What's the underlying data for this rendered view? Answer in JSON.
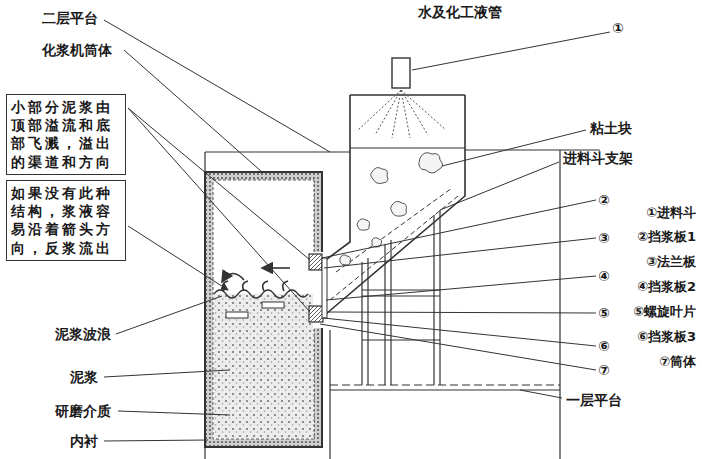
{
  "diagram": {
    "nodes": [
      {
        "text": [
          "小部分泥浆由顶部溢流和底部飞溅，溢出的渠道和方向"
        ]
      },
      {
        "text": [
          "如果没有此种结构，浆液容易沿着箭头方向，反浆流出"
        ]
      }
    ],
    "labels": [
      "二层平台",
      "化浆机筒体",
      "水及化工液管",
      "①",
      "粘土块",
      "进料斗支架",
      "②",
      "①进料斗",
      "③",
      "②挡浆板1",
      "④",
      "③法兰板",
      "④挡浆板2",
      "⑤",
      "⑤螺旋叶片",
      "⑥",
      "⑥挡浆板3",
      "⑦",
      "⑦筒体",
      "泥浆波浪",
      "泥浆",
      "研磨介质",
      "一层平台",
      "内衬"
    ]
  }
}
